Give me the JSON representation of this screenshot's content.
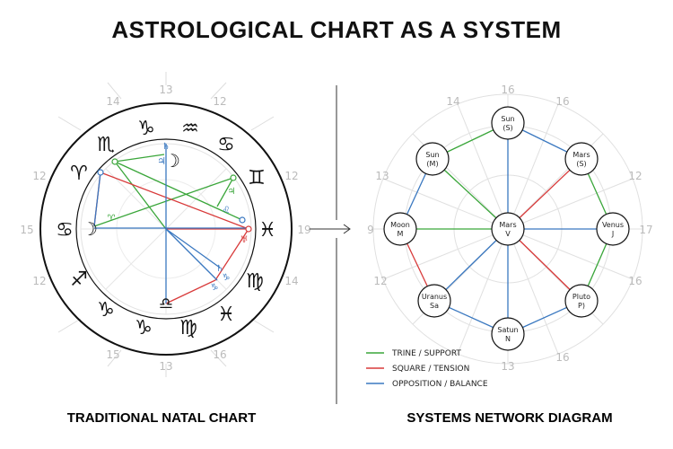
{
  "title": "ASTROLOGICAL CHART AS A SYSTEM",
  "left_caption": "TRADITIONAL NATAL CHART",
  "right_caption": "SYSTEMS NETWORK DIAGRAM",
  "colors": {
    "trine": "#3aa63a",
    "square": "#d83a3a",
    "opposition": "#3a78c0",
    "grid": "#d6d6d6",
    "ink": "#111111"
  },
  "left_numbers": [
    "13",
    "12",
    "12",
    "19",
    "14",
    "16",
    "13",
    "15",
    "12",
    "15",
    "12",
    "14"
  ],
  "zodiac_signs": [
    "♑",
    "♒",
    "♋",
    "♊",
    "♓",
    "♍",
    "♓",
    "♍",
    "♑",
    "♑",
    "♐",
    "♋",
    "♈",
    "♏"
  ],
  "planet_glyphs": [
    "♄",
    "☽",
    "♃",
    "♌",
    "♃",
    "♅",
    "♈",
    "☽",
    "♄",
    "♑",
    "♑",
    "♎"
  ],
  "right_numbers": [
    "16",
    "16",
    "12",
    "17",
    "16",
    "16",
    "13",
    "13",
    "12",
    "9",
    "13",
    "14"
  ],
  "nodes": [
    {
      "line1": "Sun",
      "line2": "(S)"
    },
    {
      "line1": "Mars",
      "line2": "(S)"
    },
    {
      "line1": "Venus",
      "line2": "J"
    },
    {
      "line1": "Pluto",
      "line2": "P)"
    },
    {
      "line1": "Satun",
      "line2": "N"
    },
    {
      "line1": "Uranus",
      "line2": "Sa"
    },
    {
      "line1": "Moon",
      "line2": "M"
    },
    {
      "line1": "Sun",
      "line2": "(M)"
    },
    {
      "line1": "Mars",
      "line2": "V"
    }
  ],
  "legend": [
    {
      "label": "TRINE / SUPPORT",
      "color": "#3aa63a"
    },
    {
      "label": "SQUARE / TENSION",
      "color": "#d83a3a"
    },
    {
      "label": "OPPOSITION / BALANCE",
      "color": "#3a78c0"
    }
  ]
}
